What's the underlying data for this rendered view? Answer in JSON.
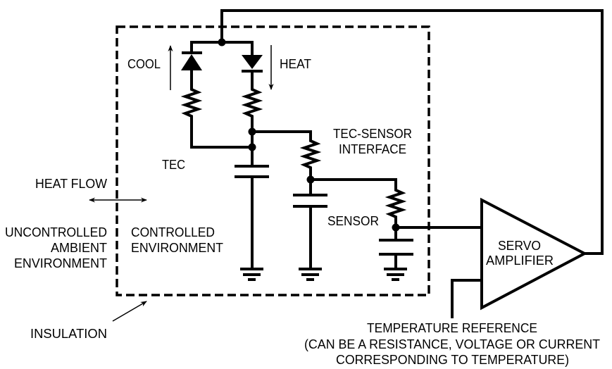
{
  "labels": {
    "cool": "COOL",
    "heat": "HEAT",
    "tec": "TEC",
    "tec_sensor_interface": [
      "TEC-SENSOR",
      "INTERFACE"
    ],
    "sensor": "SENSOR",
    "heat_flow": "HEAT FLOW",
    "uncontrolled": [
      "UNCONTROLLED",
      "AMBIENT",
      "ENVIRONMENT"
    ],
    "controlled": [
      "CONTROLLED",
      "ENVIRONMENT"
    ],
    "insulation": "INSULATION",
    "servo_amplifier": [
      "SERVO",
      "AMPLIFIER"
    ],
    "temperature_reference": [
      "TEMPERATURE REFERENCE",
      "(CAN BE A RESISTANCE, VOLTAGE OR CURRENT",
      "CORRESPONDING TO TEMPERATURE)"
    ]
  },
  "colors": {
    "line": "#000000",
    "background": "#ffffff"
  }
}
